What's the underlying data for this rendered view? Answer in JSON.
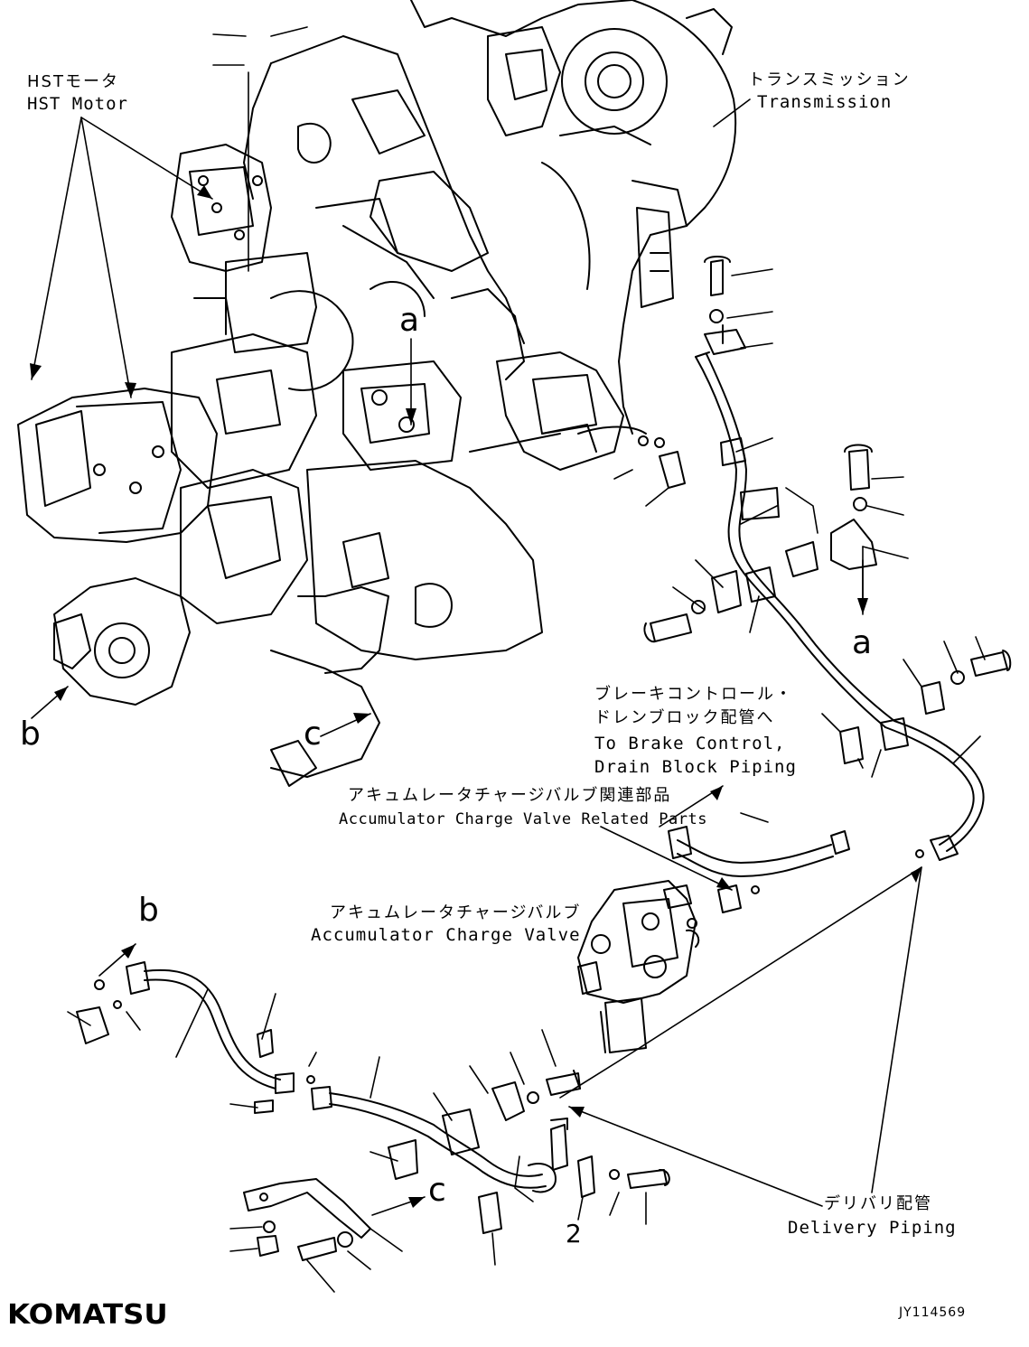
{
  "labels": {
    "hst_motor_ja": "HSTモータ",
    "hst_motor_en": "HST Motor",
    "transmission_ja": "トランスミッション",
    "transmission_en": "Transmission",
    "brake_ja_1": "ブレーキコントロール・",
    "brake_ja_2": "ドレンブロック配管へ",
    "brake_en_1": "To Brake Control,",
    "brake_en_2": "Drain Block Piping",
    "acc_related_ja": "アキュムレータチャージバルブ関連部品",
    "acc_related_en": "Accumulator Charge Valve Related Parts",
    "acc_valve_ja": "アキュムレータチャージバルブ",
    "acc_valve_en": "Accumulator Charge Valve",
    "delivery_ja": "デリバリ配管",
    "delivery_en": "Delivery Piping"
  },
  "markers": {
    "a_upper": "a",
    "a_right": "a",
    "b_left": "b",
    "b_lower": "b",
    "c_mid": "c",
    "c_lower": "c",
    "num_2": "2"
  },
  "logo": "KOMATSU",
  "drawing_code": "JY114569"
}
